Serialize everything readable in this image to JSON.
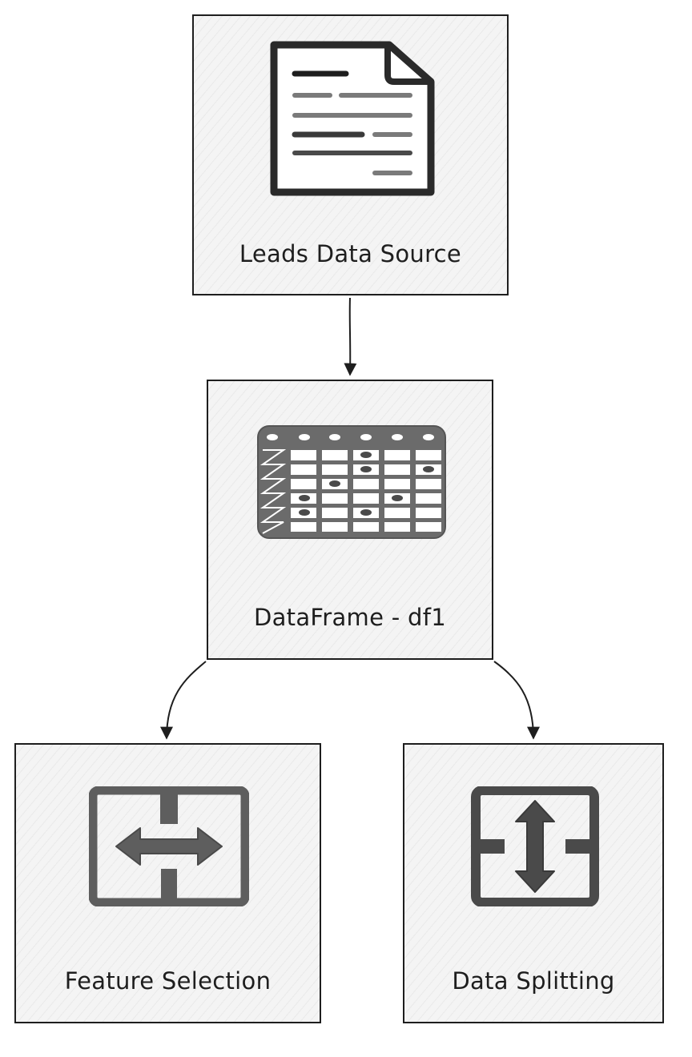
{
  "diagram": {
    "nodes": [
      {
        "id": "leads",
        "label": "Leads Data Source",
        "icon": "document-icon"
      },
      {
        "id": "df",
        "label": "DataFrame - df1",
        "icon": "table-icon"
      },
      {
        "id": "fs",
        "label": "Feature Selection",
        "icon": "horizontal-split-arrows-icon"
      },
      {
        "id": "ds",
        "label": "Data Splitting",
        "icon": "vertical-split-arrows-icon"
      }
    ],
    "edges": [
      {
        "from": "leads",
        "to": "df"
      },
      {
        "from": "df",
        "to": "fs"
      },
      {
        "from": "df",
        "to": "ds"
      }
    ],
    "colors": {
      "stroke": "#1e1e1e",
      "node_fill": "#f4f4f4",
      "icon_dark": "#2f2f2f",
      "icon_gray": "#5e5e5e"
    }
  }
}
